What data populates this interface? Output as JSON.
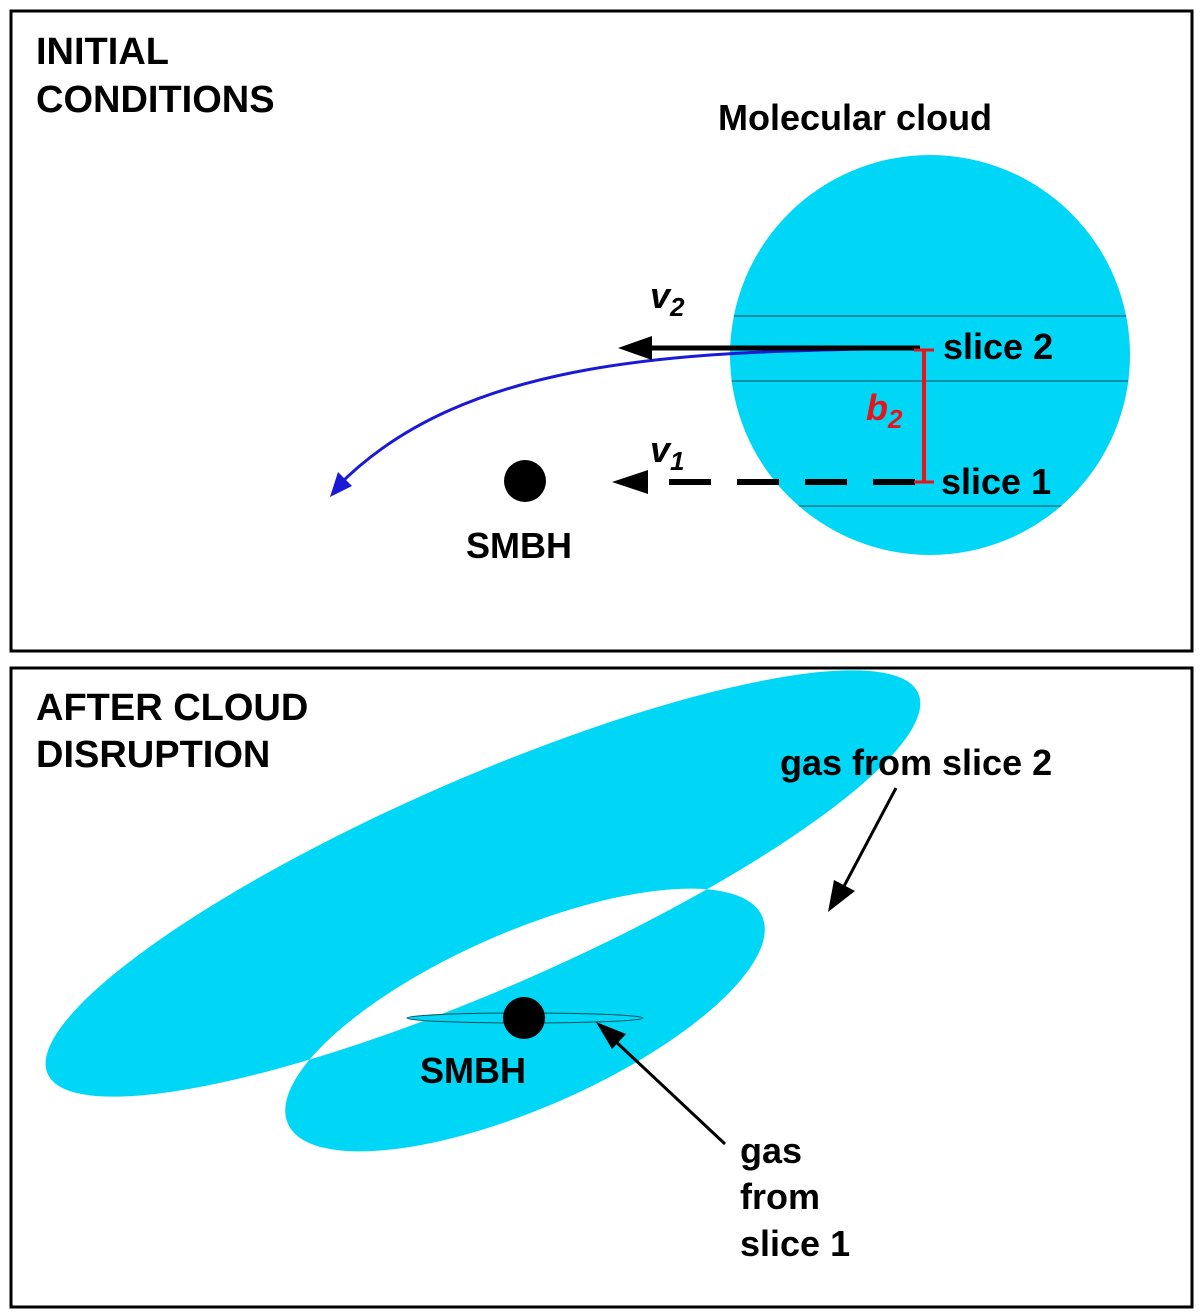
{
  "colors": {
    "gas": "#00d6f6",
    "trajectory": "#1a1ad6",
    "impact_parameter": "#e8141b",
    "ink": "#000000"
  },
  "top_panel": {
    "title_line1": "INITIAL",
    "title_line2": "CONDITIONS",
    "cloud_label": "Molecular cloud",
    "slice2_label": "slice 2",
    "slice1_label": "slice 1",
    "v2_symbol": "v",
    "v2_subscript": "2",
    "v1_symbol": "v",
    "v1_subscript": "1",
    "b2_symbol": "b",
    "b2_subscript": "2",
    "smbh_label": "SMBH"
  },
  "bottom_panel": {
    "title_line1": "AFTER CLOUD",
    "title_line2": "DISRUPTION",
    "gas_slice2_label": "gas from slice 2",
    "gas_slice1_line1": "gas",
    "gas_slice1_line2": "from",
    "gas_slice1_line3": "slice 1",
    "smbh_label": "SMBH"
  }
}
